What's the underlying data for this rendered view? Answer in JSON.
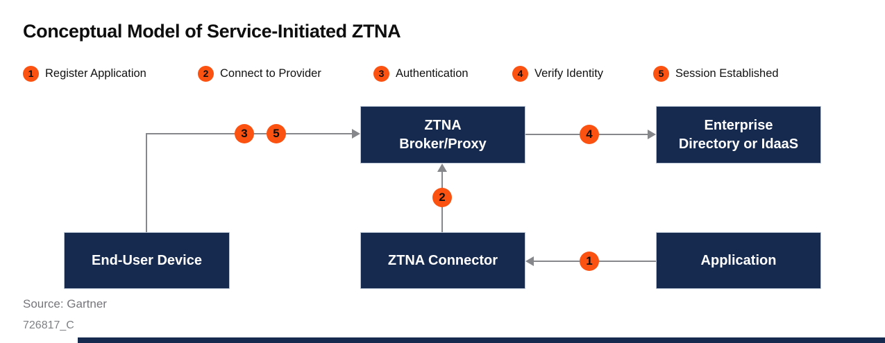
{
  "title": "Conceptual Model of Service-Initiated ZTNA",
  "colors": {
    "navy": "#16294e",
    "orange": "#fb5212",
    "line_gray": "#85878a",
    "muted_text": "#75757a"
  },
  "legend": {
    "items": [
      {
        "number": "1",
        "label": "Register Application"
      },
      {
        "number": "2",
        "label": "Connect to Provider"
      },
      {
        "number": "3",
        "label": "Authentication"
      },
      {
        "number": "4",
        "label": "Verify Identity"
      },
      {
        "number": "5",
        "label": "Session Established"
      }
    ]
  },
  "diagram": {
    "nodes": {
      "broker": {
        "label": "ZTNA\nBroker/Proxy"
      },
      "directory": {
        "label": "Enterprise\nDirectory or IdaaS"
      },
      "device": {
        "label": "End-User Device"
      },
      "connector": {
        "label": "ZTNA Connector"
      },
      "application": {
        "label": "Application"
      }
    }
  },
  "footer": {
    "source": "Source: Gartner",
    "figure_id": "726817_C"
  }
}
